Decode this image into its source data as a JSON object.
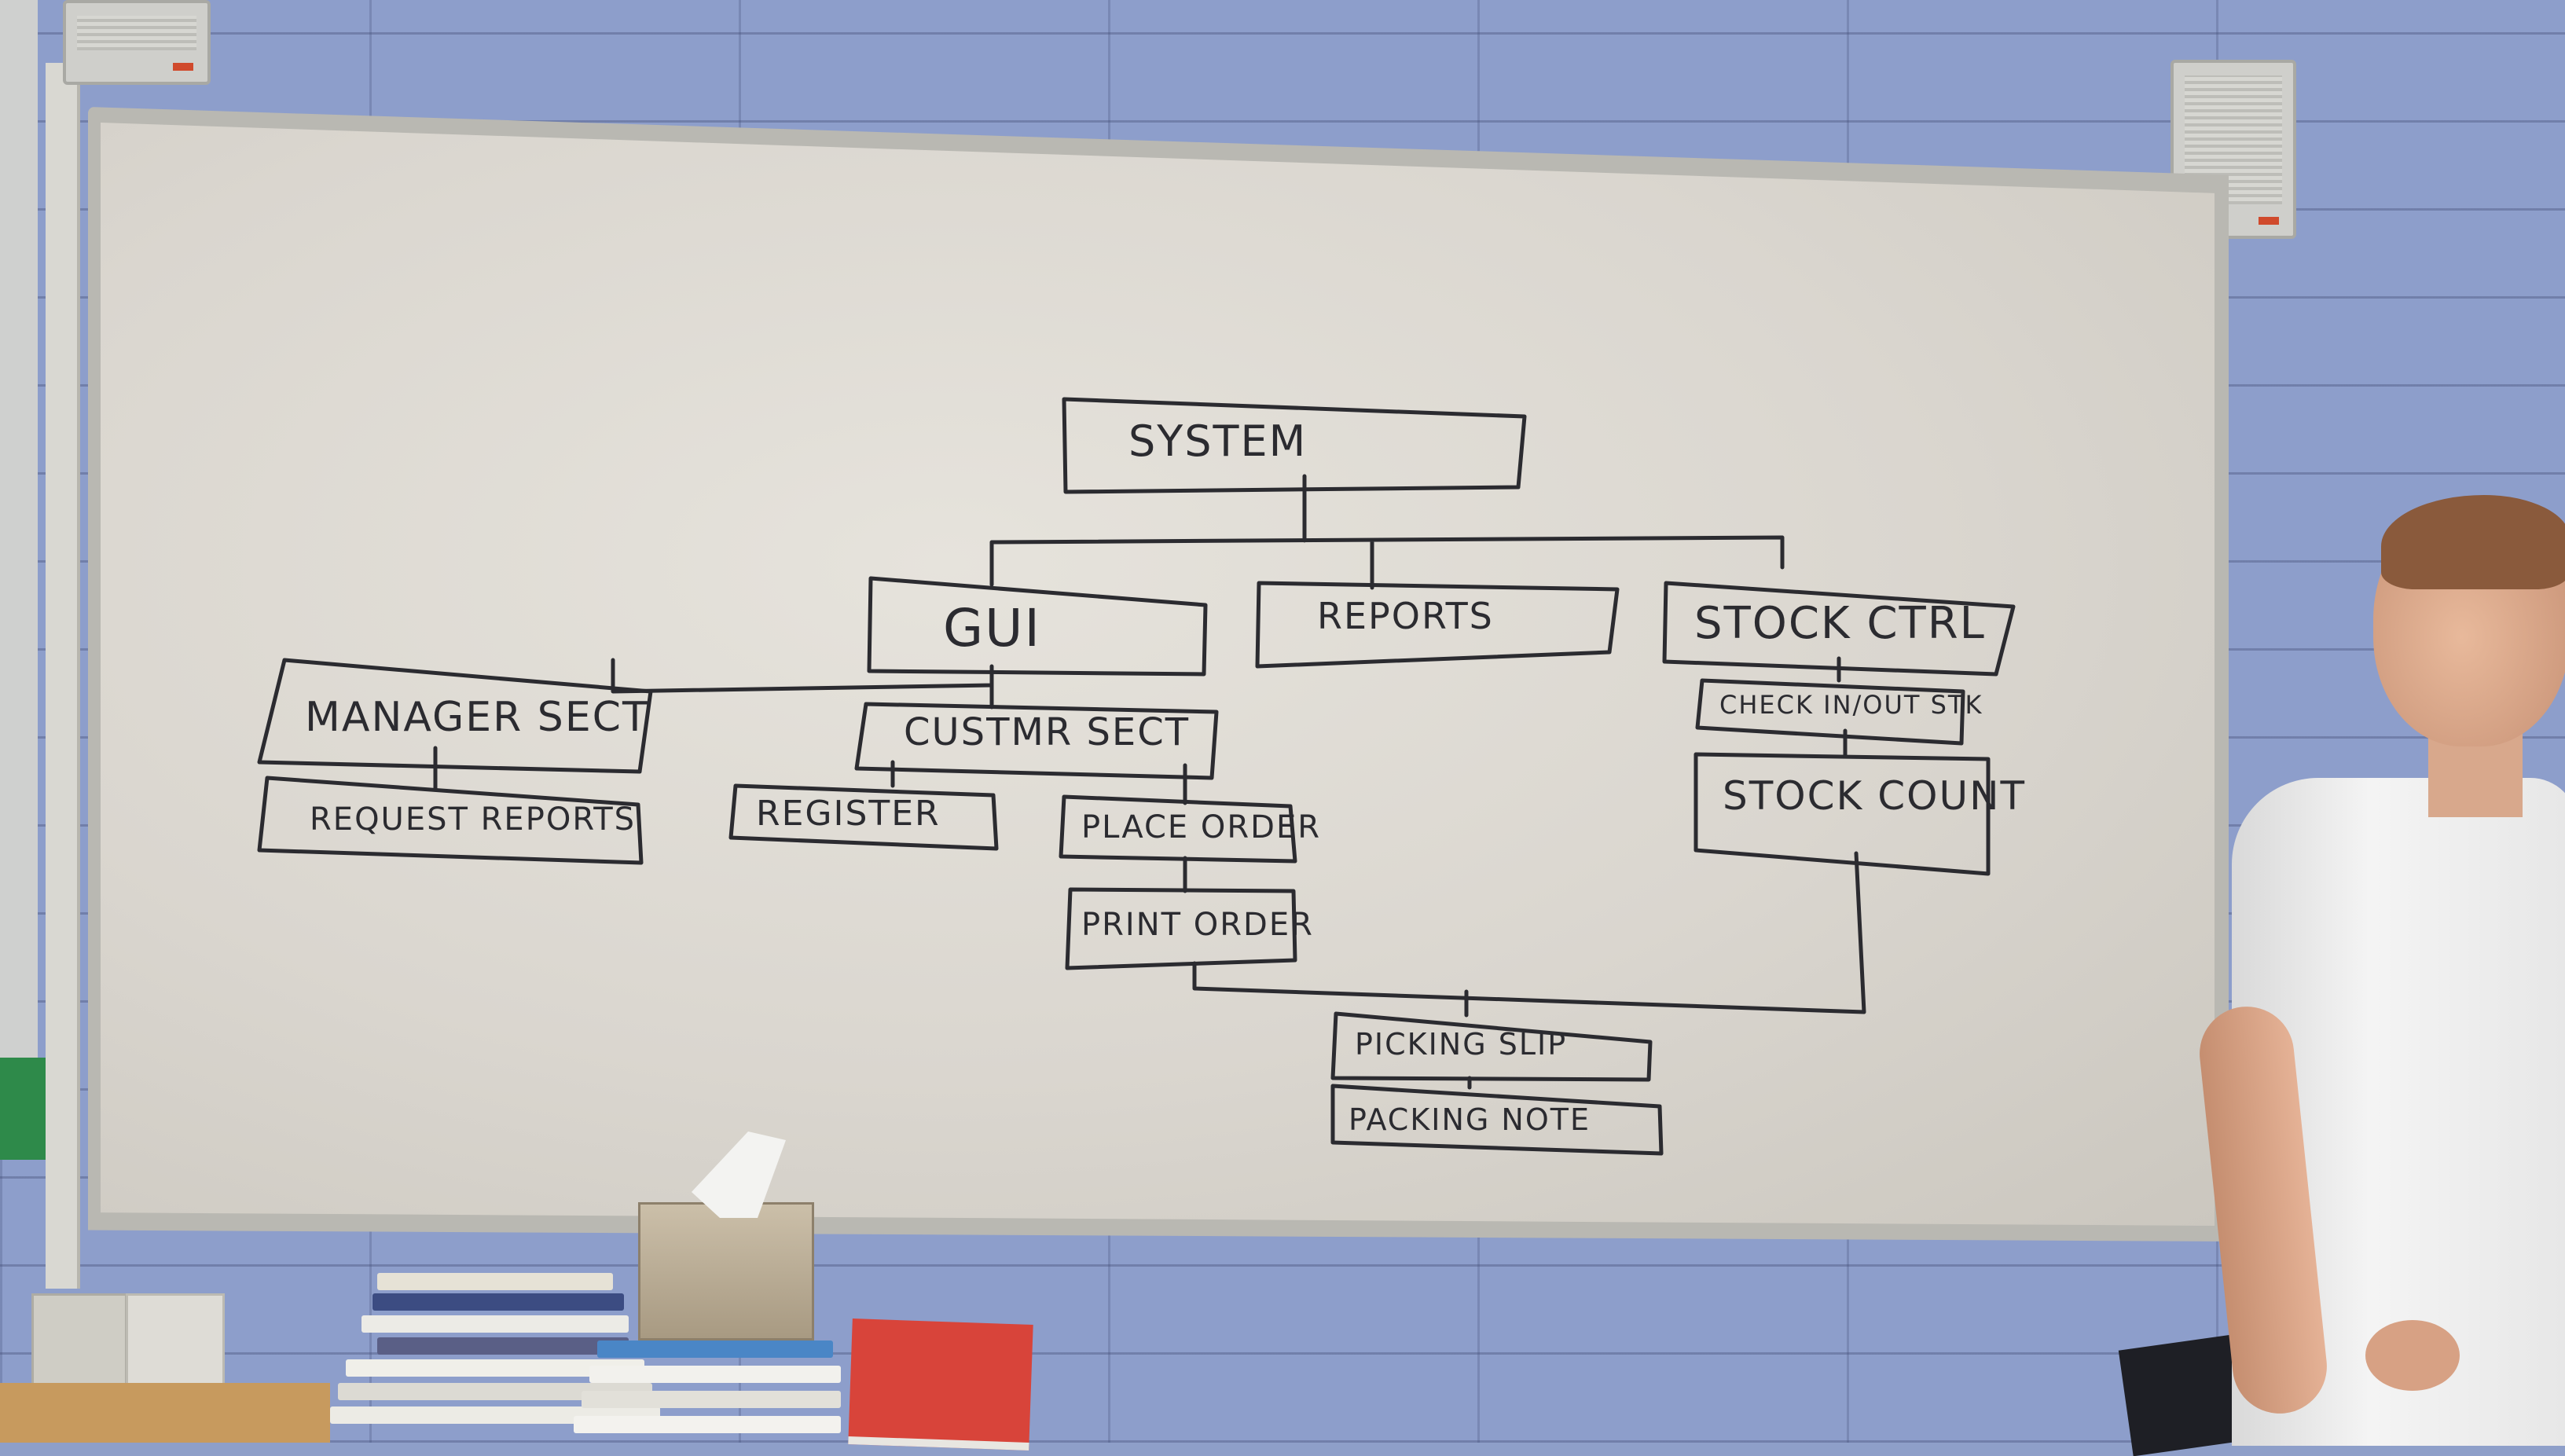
{
  "scene": {
    "description_elements": [
      "whiteboard",
      "wall-speaker-left",
      "wall-speaker-right",
      "tissue-box",
      "book-stack",
      "red-notebook",
      "person"
    ]
  },
  "diagram": {
    "nodes": {
      "system": "SYSTEM",
      "gui": "GUI",
      "reports": "REPORTS",
      "stock_ctrl": "STOCK CTRL",
      "manager_sect": "MANAGER SECT",
      "custmr_sect": "CUSTMR SECT",
      "check_in_out": "CHECK IN/OUT STK",
      "request_reports": "REQUEST REPORTS",
      "register": "REGISTER",
      "place_order": "PLACE ORDER",
      "print_order": "PRINT ORDER",
      "stock_count": "STOCK COUNT",
      "picking_slip": "PICKING SLIP",
      "packing_note": "PACKING NOTE"
    }
  },
  "colors": {
    "wall": "#8d9ecb",
    "board": "#dcd9d2",
    "marker": "#2b2b30",
    "notebook": "#d8443a"
  }
}
